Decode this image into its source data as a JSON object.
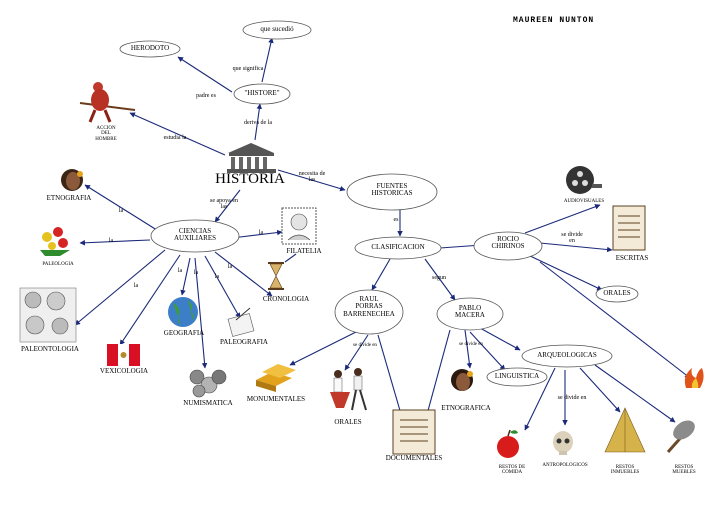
{
  "author": "MAUREEN NUNTON",
  "nodes": {
    "historia": "HISTORIA",
    "herodoto": "HERODOTO",
    "historie": "\"HISTORE\"",
    "que_sucedio": "que sucedió",
    "accion_hombre": "ACCION\nDEL\nHOMBRE",
    "fuentes": "FUENTES\nHISTORICAS",
    "clasificacion": "CLASIFICACION",
    "ciencias": "CIENCIAS\nAUXILIARES",
    "rocio": "ROCIO\nCHIRINOS",
    "raul": "RAUL\nPORRAS\nBARRENECHEA",
    "pablo": "PABLO\nMACERA",
    "arqueologicas": "ARQUEOLOGICAS",
    "linguistica": "LINGUISTICA",
    "orales": "ORALES"
  },
  "connectors": {
    "que_significa": "que significa",
    "padre_es": "padre es",
    "deriva_de_la": "deriva de la",
    "estudia_la": "estudia la",
    "necesita_de_las": "necesita de\nlas",
    "se_apoya_en_las": "se apoya en\nlas",
    "es": "es",
    "segun": "segun",
    "se_divide_en": "se divide\nen",
    "se_divide_en_1": "se divide en",
    "se_divide_en_2": "se divide en",
    "se_divide_en_3": "se divide en",
    "la_1": "la",
    "la_2": "la",
    "la_3": "la",
    "la_4": "la",
    "la_5": "la",
    "la_6": "la",
    "la_7": "la",
    "la_8": "la"
  },
  "captions": {
    "etnografia": "ETNOGRAFIA",
    "paleografia_top": "PALEOLOGIA",
    "paleontologia": "PALEONTOLOGIA",
    "vexicologia": "VEXICOLOGIA",
    "geografia": "GEOGRAFIA",
    "numismatica": "NUMISMATICA",
    "paleografia": "PALEOGRAFIA",
    "cronologia": "CRONOLOGIA",
    "filatelia": "FILATELIA",
    "monumentales": "MONUMENTALES",
    "orales_bottom": "ORALES",
    "documentales": "DOCUMENTALES",
    "etnografica": "ETNOGRAFICA",
    "audiovisuales": "AUDIOVISUALES",
    "escritas": "ESCRITAS",
    "restos_comida": "RESTOS DE\nCOMIDA",
    "antropologicos": "ANTROPOLOGICOS",
    "restos_inmuebles": "RESTOS\nINMUEBLES",
    "restos_muebles": "RESTOS\nMUEBLES"
  }
}
